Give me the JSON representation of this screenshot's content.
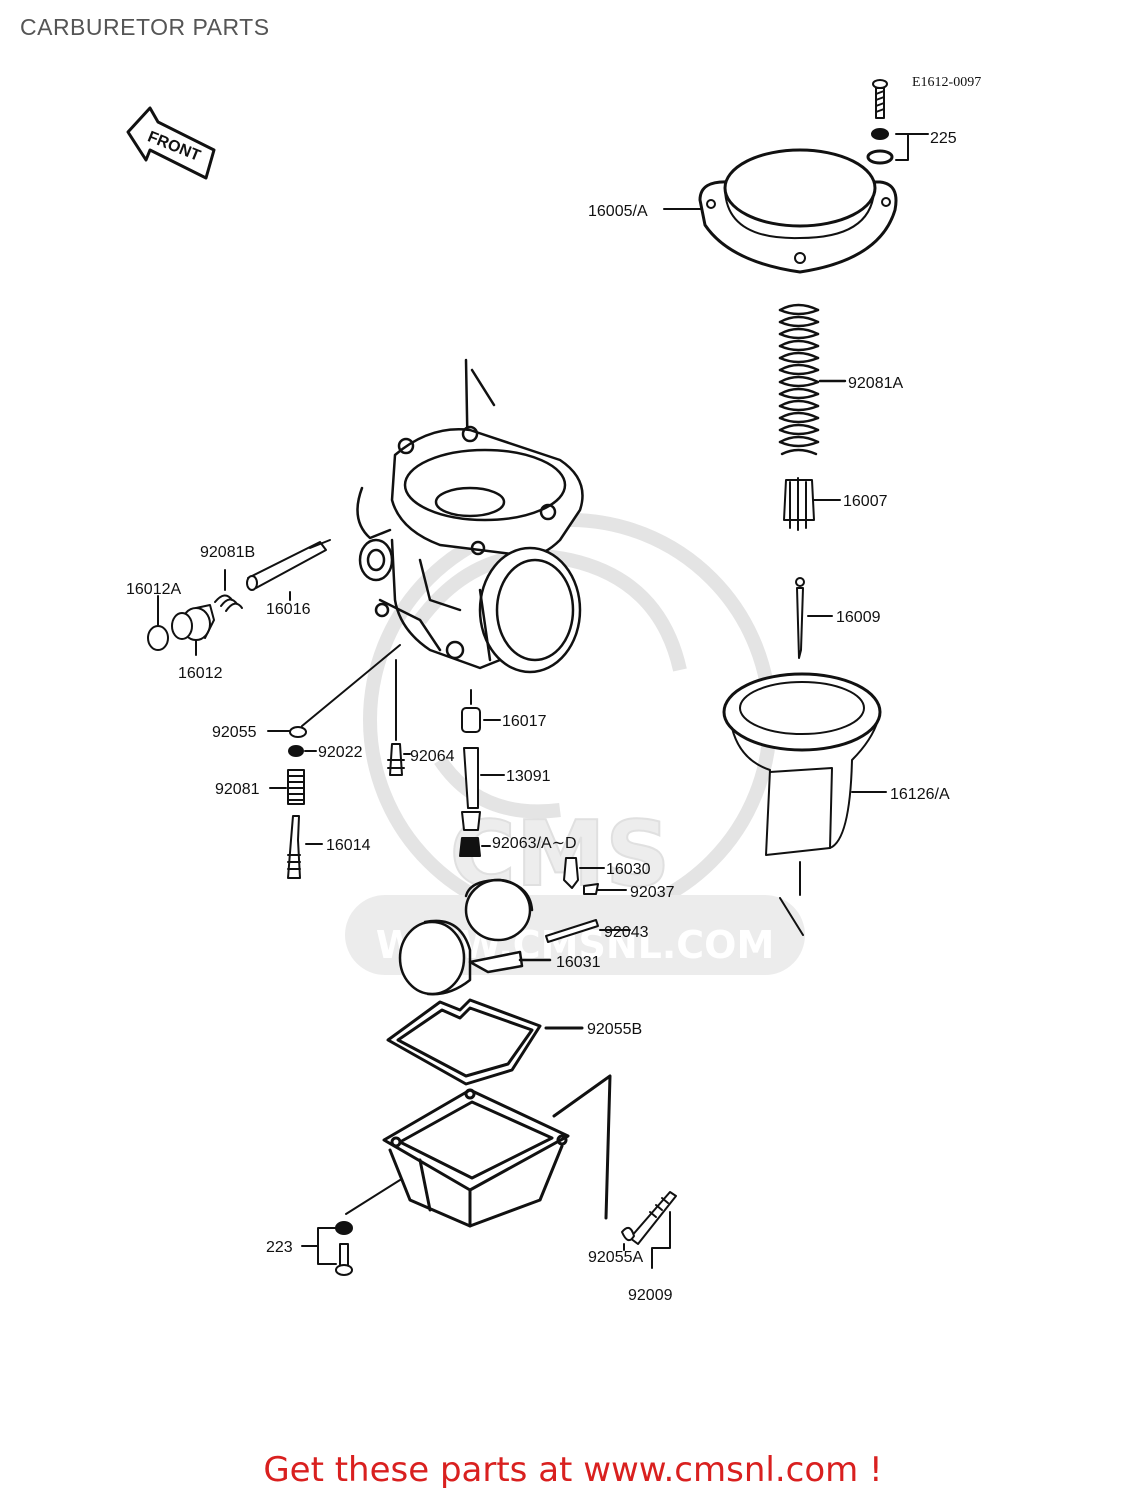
{
  "header": {
    "title": "CARBURETOR PARTS",
    "diagram_code": "E1612-0097"
  },
  "front_marker": "FRONT",
  "watermark": {
    "brand": "CMS",
    "site": "WWW.CMSNL.COM"
  },
  "callouts": {
    "p225": "225",
    "p16005A": "16005/A",
    "p92081A": "92081A",
    "p16007": "16007",
    "p16009": "16009",
    "p16126A": "16126/A",
    "p92081B": "92081B",
    "p16012A": "16012A",
    "p16016": "16016",
    "p16012": "16012",
    "p92055": "92055",
    "p92022": "92022",
    "p92064": "92064",
    "p16017": "16017",
    "p13091": "13091",
    "p92081": "92081",
    "p16014": "16014",
    "p92063": "92063/A∼D",
    "p16030": "16030",
    "p92037": "92037",
    "p92043": "92043",
    "p16031": "16031",
    "p92055B": "92055B",
    "p223": "223",
    "p92055A": "92055A",
    "p92009": "92009"
  },
  "footer": {
    "prefix": "Get these parts at ",
    "link": "www.cmsnl.com",
    "suffix": " !"
  },
  "colors": {
    "footer_text": "#d9201f",
    "title_text": "#555555",
    "line_art": "#111111",
    "watermark": "#e6e6e6"
  }
}
